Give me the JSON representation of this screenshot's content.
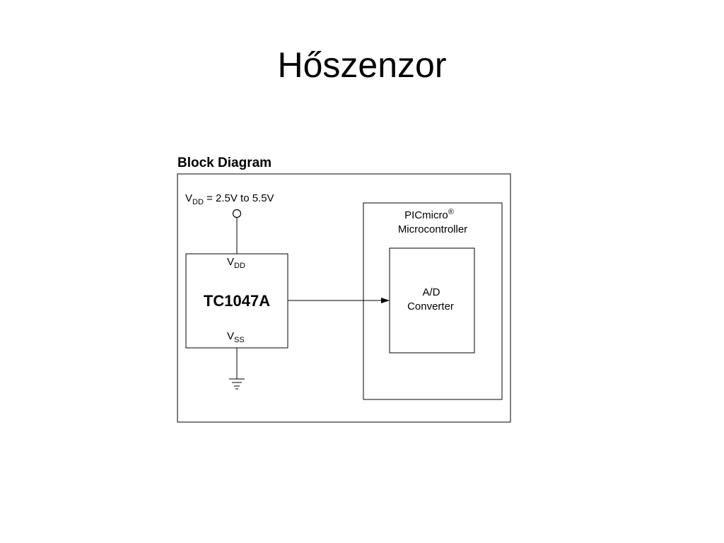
{
  "slide": {
    "title": "Hőszenzor"
  },
  "diagram": {
    "heading": "Block Diagram",
    "supply": {
      "symbol": "V",
      "subscript": "DD",
      "range": " = 2.5V to 5.5V"
    },
    "sensor": {
      "name": "TC1047A",
      "vdd_pin": {
        "symbol": "V",
        "subscript": "DD"
      },
      "vss_pin": {
        "symbol": "V",
        "subscript": "SS"
      }
    },
    "microcontroller": {
      "name_line1": "PICmicro",
      "trademark": "®",
      "name_line2": "Microcontroller",
      "adc": {
        "line1": "A/D",
        "line2": "Converter"
      }
    }
  }
}
